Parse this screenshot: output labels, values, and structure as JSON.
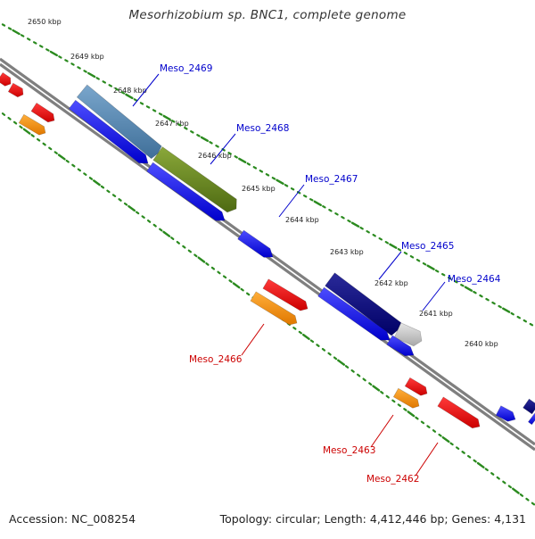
{
  "title": "Mesorhizobium sp. BNC1, complete genome",
  "footer": {
    "accession": "Accession: NC_008254",
    "summary": "Topology: circular; Length: 4,412,446 bp; Genes: 4,131"
  },
  "colors": {
    "background": "#ffffff",
    "backbone": "#7f7f7f",
    "tick": "#2a8a1e",
    "label_top": "#0000cc",
    "label_bottom": "#cc0000"
  },
  "kbp_labels": [
    "2650 kbp",
    "2649 kbp",
    "2648 kbp",
    "2647 kbp",
    "2646 kbp",
    "2645 kbp",
    "2644 kbp",
    "2643 kbp",
    "2642 kbp",
    "2641 kbp",
    "2640 kbp"
  ],
  "gene_labels": [
    {
      "name": "Meso_2469",
      "strand": "top"
    },
    {
      "name": "Meso_2468",
      "strand": "top"
    },
    {
      "name": "Meso_2467",
      "strand": "top"
    },
    {
      "name": "Meso_2465",
      "strand": "top"
    },
    {
      "name": "Meso_2464",
      "strand": "top"
    },
    {
      "name": "Meso_2466",
      "strand": "bottom"
    },
    {
      "name": "Meso_2463",
      "strand": "bottom"
    },
    {
      "name": "Meso_2462",
      "strand": "bottom"
    }
  ]
}
